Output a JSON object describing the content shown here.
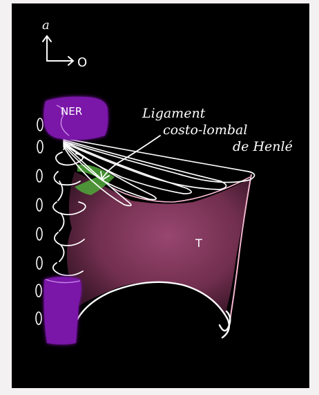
{
  "colors": {
    "board": "#000000",
    "frame": "#f3f1f2",
    "chalk": "#ffffff",
    "ner_purple": "#7a12a8",
    "ligament_green": "#4fa83a",
    "muscle_pink": "#8a3c62"
  },
  "axis": {
    "up_label": "a",
    "right_label": "O"
  },
  "labels": {
    "ner": "NER",
    "ligament_line1": "Ligament",
    "ligament_line2": "costo-lombal",
    "ligament_line3": "de Henlé",
    "muscle_letter": "T"
  }
}
